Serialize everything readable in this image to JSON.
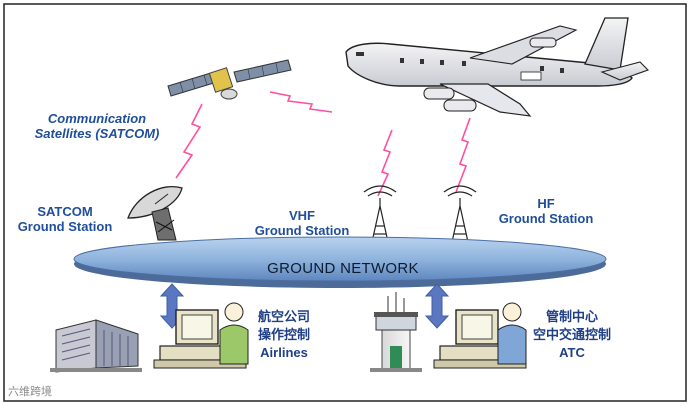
{
  "labels": {
    "satcom_title_line1": "Communication",
    "satcom_title_line2": "Satellites (SATCOM)",
    "satcom_gs_line1": "SATCOM",
    "satcom_gs_line2": "Ground Station",
    "vhf_gs_line1": "VHF",
    "vhf_gs_line2": "Ground Station",
    "hf_gs_line1": "HF",
    "hf_gs_line2": "Ground Station",
    "ground_network": "GROUND NETWORK",
    "airlines_cn_line1": "航空公司",
    "airlines_cn_line2": "操作控制",
    "airlines_en": "Airlines",
    "atc_cn_line1": "管制中心",
    "atc_cn_line2": "空中交通控制",
    "atc_en": "ATC",
    "watermark": "六维跨境"
  },
  "colors": {
    "text_blue": "#1f4e9a",
    "label_navy": "#1f3f86",
    "lightning_pink": "#ff4fa0",
    "network_fill": "#8fb4dd",
    "arrow_blue": "#5b77c2"
  },
  "icons": [
    "satellite-icon",
    "airplane-icon",
    "dish-antenna-icon",
    "radio-tower-icon",
    "office-building-icon",
    "control-tower-icon",
    "operator-workstation-icon",
    "double-arrow-icon",
    "lightning-link-icon"
  ]
}
